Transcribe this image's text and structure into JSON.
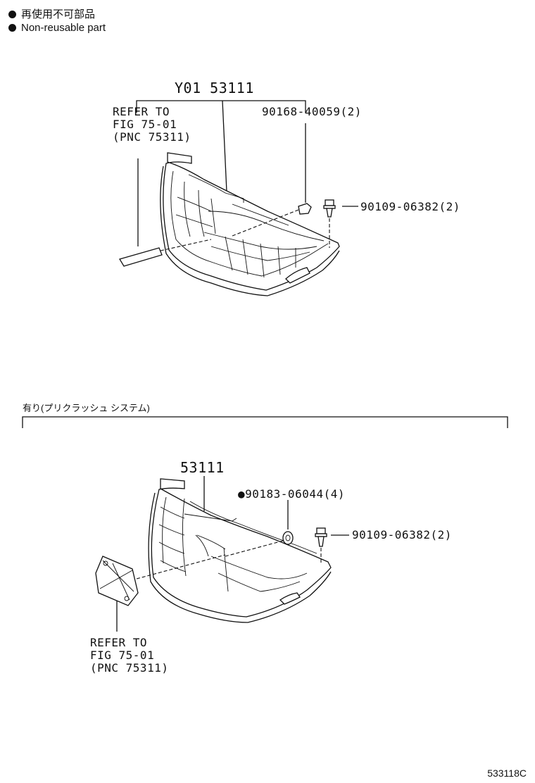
{
  "legend": [
    {
      "text": "再使用不可部品"
    },
    {
      "text": "Non-reusable part"
    }
  ],
  "top": {
    "callout_main": "Y01 53111",
    "refer": [
      "REFER TO",
      "FIG 75-01",
      "(PNC 75311)"
    ],
    "clip": "90168-40059(2)",
    "screw": "90109-06382(2)"
  },
  "condition": "有り(プリクラッシュ システム)",
  "bottom": {
    "callout_main": "53111",
    "nut": "●90183-06044(4)",
    "screw": "90109-06382(2)",
    "refer": [
      "REFER TO",
      "FIG 75-01",
      "(PNC 75311)"
    ]
  },
  "figure_number": "533118C"
}
